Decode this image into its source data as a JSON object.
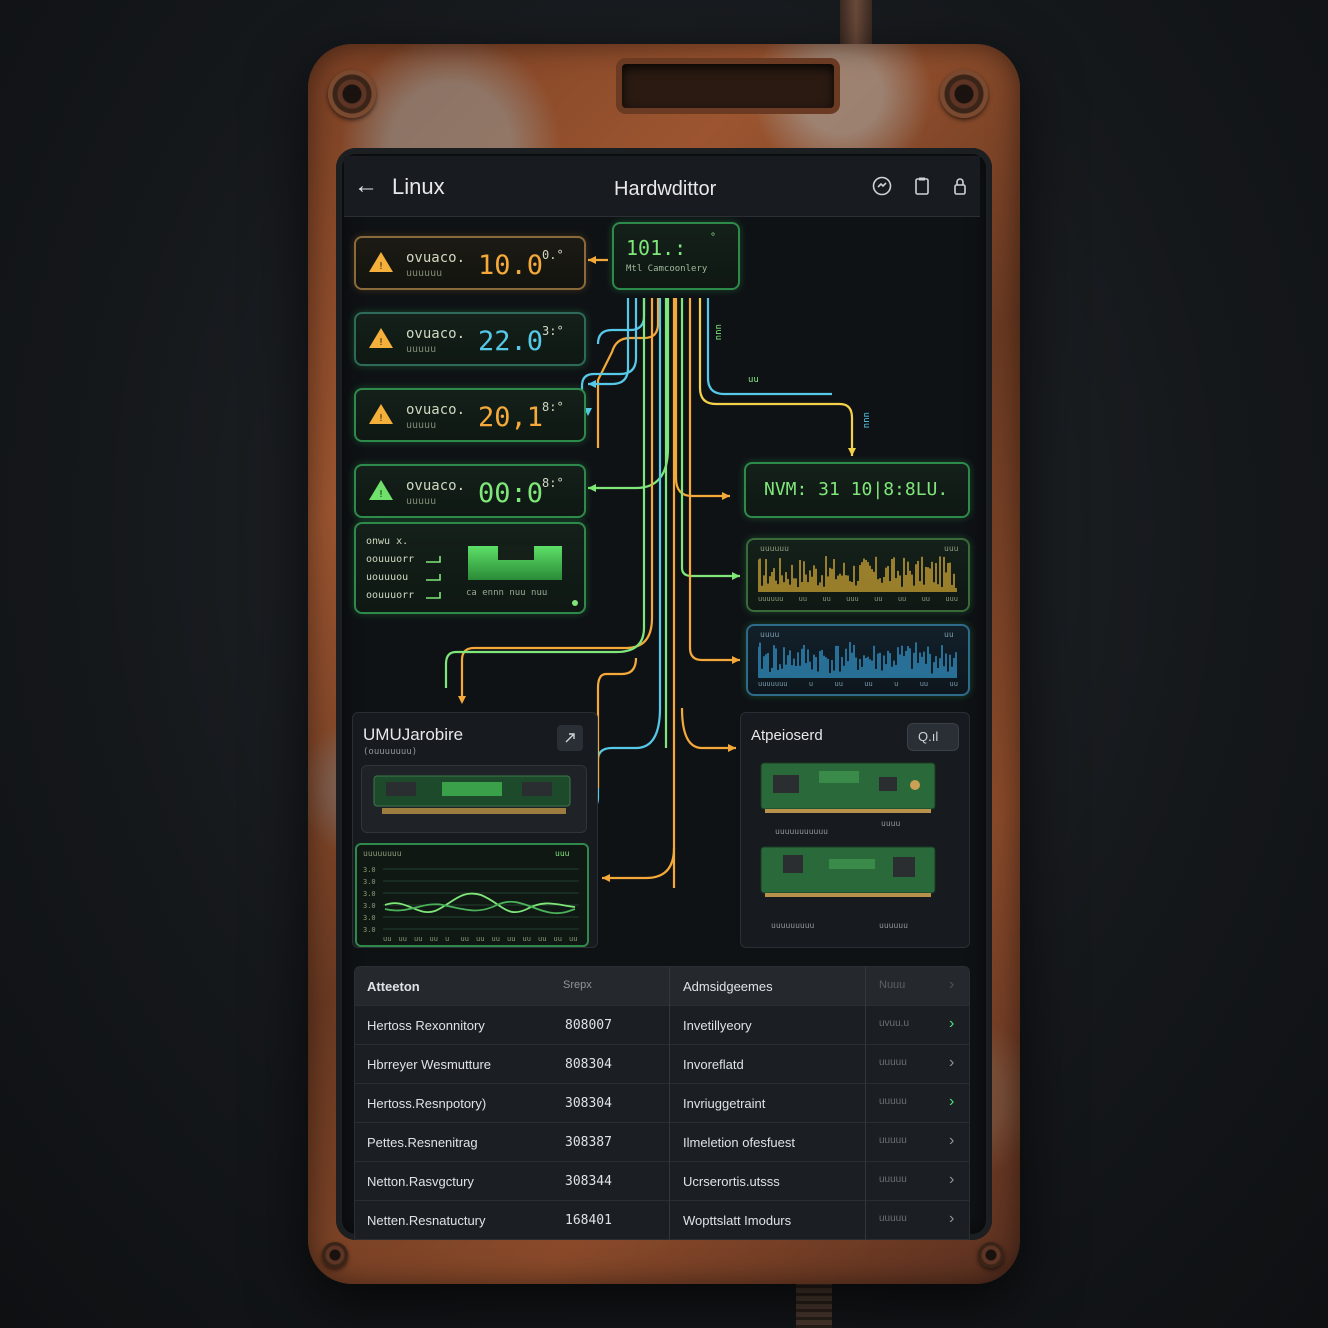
{
  "header": {
    "back_label": "←",
    "title": "Linux",
    "center_title": "Hardwdittor",
    "icons": [
      "share-icon",
      "clipboard-icon",
      "lock-icon"
    ]
  },
  "metrics": [
    {
      "name": "ovuaco.",
      "sub": "uuuuuu",
      "value": "10.0",
      "unit": "0.°",
      "color": "#f4a93a"
    },
    {
      "name": "ovuaco.",
      "sub": "uuuuu",
      "value": "22.0",
      "unit": "3:°",
      "color": "#56c8e8"
    },
    {
      "name": "ovuaco.",
      "sub": "uuuuu",
      "value": "20,1",
      "unit": "8:°",
      "color": "#f4a93a"
    },
    {
      "name": "ovuaco.",
      "sub": "uuuuu",
      "value": "00:0",
      "unit": "8:°",
      "color": "#7fe67a"
    }
  ],
  "hub": {
    "value": "101.:",
    "unit": "°",
    "sub": "Mtl Camcoonlery"
  },
  "legend_card": {
    "title": "onwu x.",
    "rows": [
      "oouuuorr",
      "uouuuou",
      "oouuuorr"
    ],
    "footer": "ca ennn nuu nuu"
  },
  "nvm": {
    "label": "NVM: 31 10|8:8LU."
  },
  "wave_yellow": {
    "title": "uuuuuu",
    "corner": "uuu",
    "axis": [
      "uuuuuu",
      "uu",
      "uu",
      "uuu",
      "uu",
      "uu",
      "uu",
      "uuu"
    ],
    "color": "#f4c13a"
  },
  "wave_blue": {
    "title": "uuuu",
    "corner": "uu",
    "axis": [
      "uuuuuuu",
      "u",
      "uu",
      "uu",
      "u",
      "uu",
      "uu"
    ],
    "color": "#3aa9e6"
  },
  "annotations": {
    "side_a": "uuu",
    "side_b": "uu",
    "side_c": "uuu"
  },
  "hardware_card": {
    "title": "UMUJarobire",
    "subtitle": "(ouuuuuuu)",
    "chart_title": "uuuuuuuu",
    "chart_corner": "uuu",
    "y_ticks": [
      "3.0",
      "3.0",
      "3.0",
      "3.0",
      "3.0",
      "3.0"
    ],
    "x_ticks": [
      "uu",
      "uu",
      "uu",
      "uu",
      "u",
      "uu",
      "uu",
      "uu",
      "uu",
      "uu",
      "uu",
      "uu",
      "uu"
    ]
  },
  "spec_card": {
    "title": "Atpeioserd",
    "search_label": "Q.ıl",
    "board1_caption": "uuuuuuuuuuu",
    "board1_caption_b": "uuuu",
    "board2_caption": "uuuuuuuuu",
    "board2_caption_b": "uuuuuu"
  },
  "table": {
    "headers": [
      "Atteeton",
      "Srepx",
      "Admsidgeemes",
      "Nuuu"
    ],
    "rows": [
      {
        "name": "Hertoss Rexonnitory",
        "code": "808007",
        "desc": "Invetillyeory",
        "status": "uvuu.u",
        "active": true
      },
      {
        "name": "Hbrreyer Wesmutture",
        "code": "808304",
        "desc": "Invoreflatd",
        "status": "uuuuu",
        "active": false
      },
      {
        "name": "Hertoss.Resnpotory)",
        "code": "308304",
        "desc": "Invriuggetraint",
        "status": "uuuuu",
        "active": true
      },
      {
        "name": "Pettes.Resnenitrag",
        "code": "308387",
        "desc": "Ilmeletion ofesfuest",
        "status": "uuuuu",
        "active": false
      },
      {
        "name": "Netton.Rasvgctury",
        "code": "308344",
        "desc": "Ucrserortis.utsss",
        "status": "uuuuu",
        "active": false
      },
      {
        "name": "Netten.Resnatuctury",
        "code": "168401",
        "desc": "Wopttslatt Imodurs",
        "status": "uuuuu",
        "active": false
      }
    ]
  },
  "colors": {
    "accent_green": "#4ee07a",
    "accent_orange": "#f4a93a",
    "accent_blue": "#56c8e8",
    "screen_bg": "#0f1215"
  }
}
